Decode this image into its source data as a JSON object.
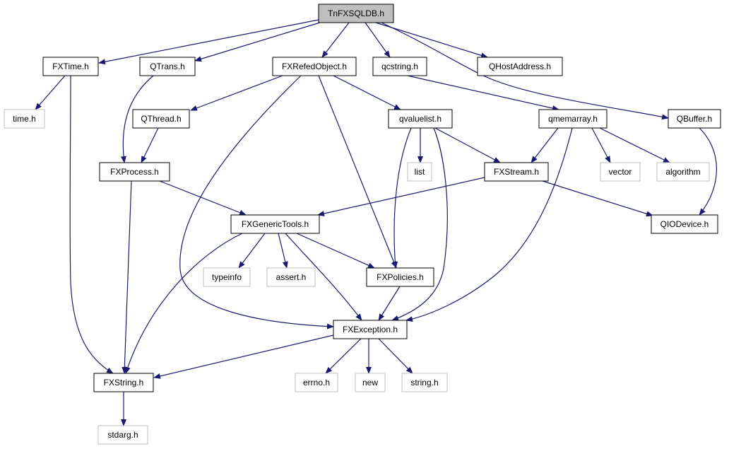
{
  "diagram": {
    "type": "include-dependency-graph",
    "root": "root",
    "colors": {
      "edge": "#191970",
      "root_fill": "#bfbfbf",
      "node_border": "#000000",
      "missing_border": "#bfbfbf",
      "background": "#ffffff"
    },
    "nodes": [
      {
        "id": "root",
        "label": "TnFXSQLDB.h",
        "kind": "root"
      },
      {
        "id": "fxtime",
        "label": "FXTime.h",
        "kind": "file"
      },
      {
        "id": "qtrans",
        "label": "QTrans.h",
        "kind": "file"
      },
      {
        "id": "fxrefed",
        "label": "FXRefedObject.h",
        "kind": "file"
      },
      {
        "id": "qcstring",
        "label": "qcstring.h",
        "kind": "file"
      },
      {
        "id": "qhostaddr",
        "label": "QHostAddress.h",
        "kind": "file"
      },
      {
        "id": "time",
        "label": "time.h",
        "kind": "missing"
      },
      {
        "id": "qthread",
        "label": "QThread.h",
        "kind": "file"
      },
      {
        "id": "qvaluelist",
        "label": "qvaluelist.h",
        "kind": "file"
      },
      {
        "id": "qmemarray",
        "label": "qmemarray.h",
        "kind": "file"
      },
      {
        "id": "qbuffer",
        "label": "QBuffer.h",
        "kind": "file"
      },
      {
        "id": "fxprocess",
        "label": "FXProcess.h",
        "kind": "file"
      },
      {
        "id": "list",
        "label": "list",
        "kind": "missing"
      },
      {
        "id": "fxstream",
        "label": "FXStream.h",
        "kind": "file"
      },
      {
        "id": "vector",
        "label": "vector",
        "kind": "missing"
      },
      {
        "id": "algorithm",
        "label": "algorithm",
        "kind": "missing"
      },
      {
        "id": "fxgeneric",
        "label": "FXGenericTools.h",
        "kind": "file"
      },
      {
        "id": "qiodevice",
        "label": "QIODevice.h",
        "kind": "file"
      },
      {
        "id": "typeinfo",
        "label": "typeinfo",
        "kind": "missing"
      },
      {
        "id": "assert",
        "label": "assert.h",
        "kind": "missing"
      },
      {
        "id": "fxpolicies",
        "label": "FXPolicies.h",
        "kind": "file"
      },
      {
        "id": "fxexception",
        "label": "FXException.h",
        "kind": "file"
      },
      {
        "id": "fxstring",
        "label": "FXString.h",
        "kind": "file"
      },
      {
        "id": "errno",
        "label": "errno.h",
        "kind": "missing"
      },
      {
        "id": "new",
        "label": "new",
        "kind": "missing"
      },
      {
        "id": "string",
        "label": "string.h",
        "kind": "missing"
      },
      {
        "id": "stdarg",
        "label": "stdarg.h",
        "kind": "missing"
      }
    ],
    "edges": [
      {
        "from": "root",
        "to": "fxtime"
      },
      {
        "from": "root",
        "to": "qtrans"
      },
      {
        "from": "root",
        "to": "fxrefed"
      },
      {
        "from": "root",
        "to": "qcstring"
      },
      {
        "from": "root",
        "to": "qhostaddr"
      },
      {
        "from": "root",
        "to": "qbuffer"
      },
      {
        "from": "fxtime",
        "to": "time"
      },
      {
        "from": "fxtime",
        "to": "fxstring"
      },
      {
        "from": "qtrans",
        "to": "fxprocess"
      },
      {
        "from": "fxrefed",
        "to": "qthread"
      },
      {
        "from": "fxrefed",
        "to": "qvaluelist"
      },
      {
        "from": "fxrefed",
        "to": "fxpolicies"
      },
      {
        "from": "fxrefed",
        "to": "fxexception"
      },
      {
        "from": "qcstring",
        "to": "qmemarray"
      },
      {
        "from": "qthread",
        "to": "fxprocess"
      },
      {
        "from": "qvaluelist",
        "to": "list"
      },
      {
        "from": "qvaluelist",
        "to": "fxstream"
      },
      {
        "from": "qvaluelist",
        "to": "fxpolicies"
      },
      {
        "from": "qvaluelist",
        "to": "fxexception"
      },
      {
        "from": "qmemarray",
        "to": "fxstream"
      },
      {
        "from": "qmemarray",
        "to": "vector"
      },
      {
        "from": "qmemarray",
        "to": "algorithm"
      },
      {
        "from": "qmemarray",
        "to": "fxexception"
      },
      {
        "from": "qbuffer",
        "to": "qiodevice"
      },
      {
        "from": "fxprocess",
        "to": "fxgeneric"
      },
      {
        "from": "fxprocess",
        "to": "fxstring"
      },
      {
        "from": "fxstream",
        "to": "fxgeneric"
      },
      {
        "from": "fxstream",
        "to": "qiodevice"
      },
      {
        "from": "fxgeneric",
        "to": "typeinfo"
      },
      {
        "from": "fxgeneric",
        "to": "assert"
      },
      {
        "from": "fxgeneric",
        "to": "fxpolicies"
      },
      {
        "from": "fxgeneric",
        "to": "fxexception"
      },
      {
        "from": "fxgeneric",
        "to": "fxstring"
      },
      {
        "from": "fxpolicies",
        "to": "fxexception"
      },
      {
        "from": "fxexception",
        "to": "errno"
      },
      {
        "from": "fxexception",
        "to": "new"
      },
      {
        "from": "fxexception",
        "to": "string"
      },
      {
        "from": "fxexception",
        "to": "fxstring"
      },
      {
        "from": "fxstring",
        "to": "stdarg"
      }
    ]
  }
}
